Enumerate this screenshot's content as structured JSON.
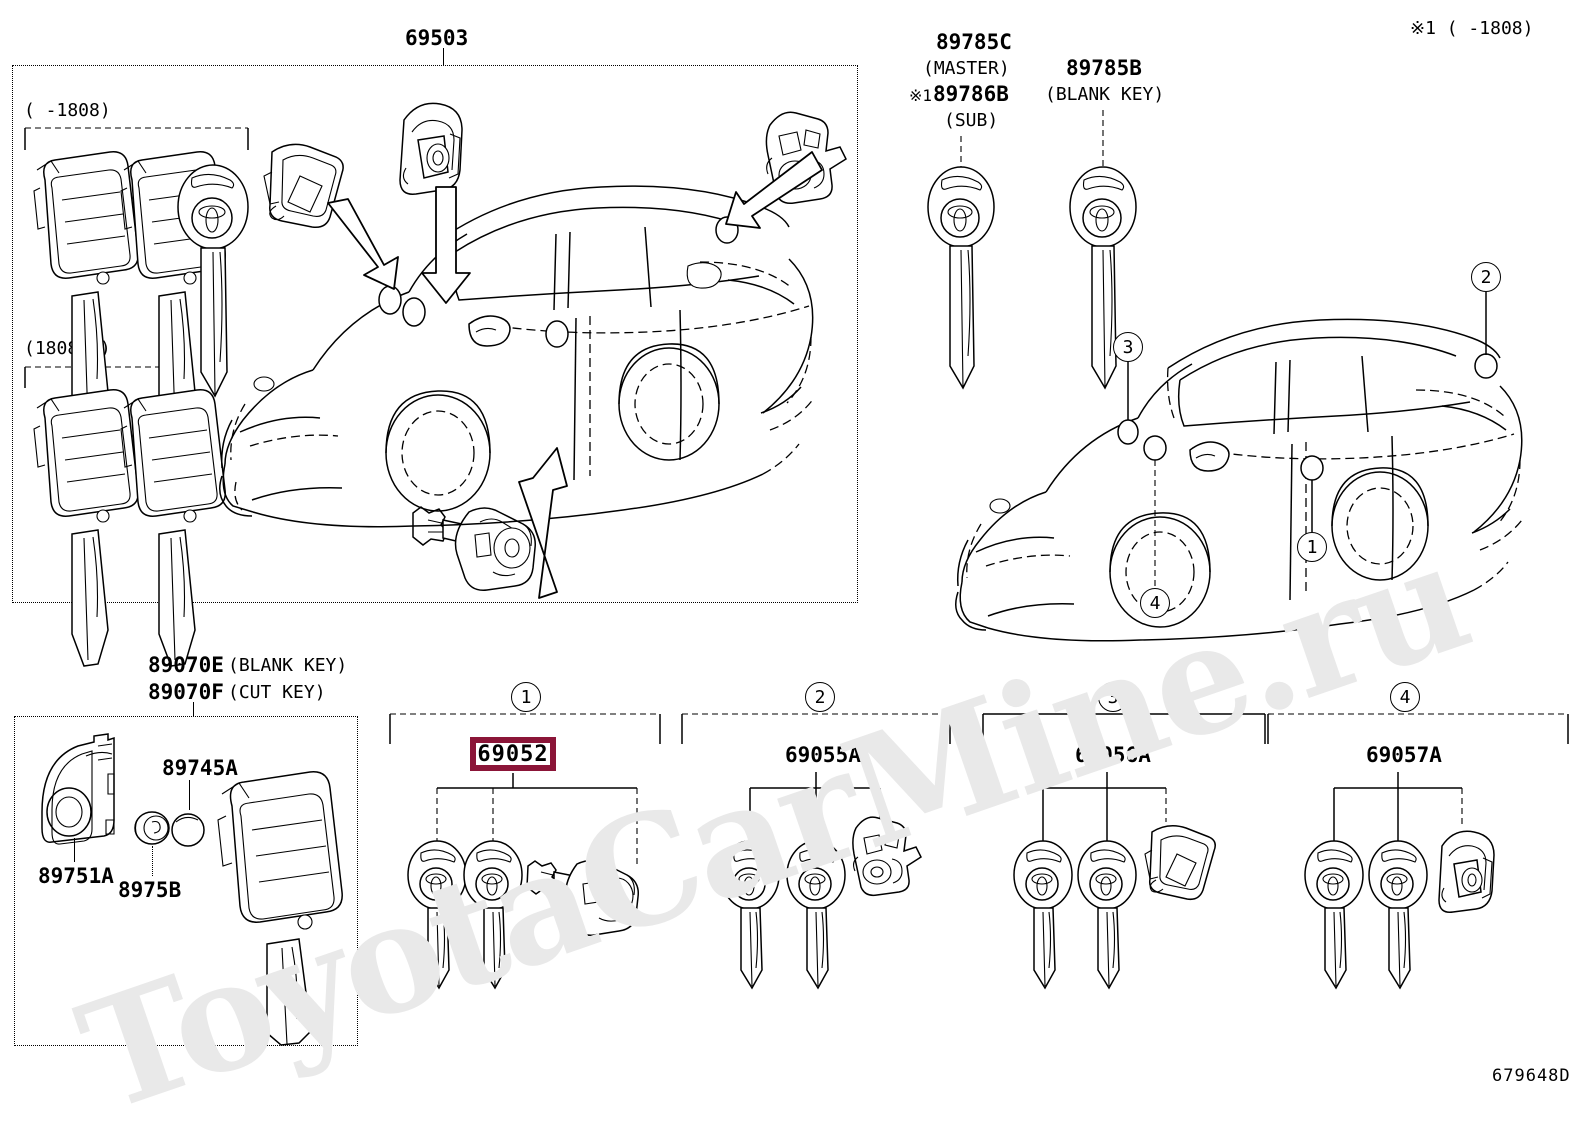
{
  "diagram": {
    "title": "69503",
    "drawing_code": "679648D",
    "watermark": "ToyotaCarMine.ru"
  },
  "top_left_panel": {
    "part_number": "69503",
    "group_a_note": "(      -1808)",
    "group_b_note": "(1808~        )"
  },
  "top_right_labels": {
    "master_pn": "89785C",
    "master_note": "(MASTER)",
    "sub_mark": "※1",
    "sub_pn": "89786B",
    "sub_note": "(SUB)",
    "blank_pn": "89785B",
    "blank_note": "(BLANK KEY)",
    "footnote": "※1 (      -1808)"
  },
  "car_callouts": [
    {
      "id": "1",
      "label": "1"
    },
    {
      "id": "2",
      "label": "2"
    },
    {
      "id": "3",
      "label": "3"
    },
    {
      "id": "4",
      "label": "4"
    }
  ],
  "bottom_left_panel": {
    "blank_pn": "89070E",
    "blank_note": "(BLANK KEY)",
    "cut_pn": "89070F",
    "cut_note": "(CUT KEY)",
    "parts": [
      {
        "pn": "89751A"
      },
      {
        "pn": "8975B"
      },
      {
        "pn": "89745A"
      }
    ]
  },
  "bottom_panels": [
    {
      "marker": "1",
      "part_number": "69052",
      "highlighted": true,
      "items": [
        "key",
        "key",
        "ignition-cylinder"
      ]
    },
    {
      "marker": "2",
      "part_number": "69055A",
      "highlighted": false,
      "items": [
        "key",
        "key",
        "door-lock-cylinder"
      ]
    },
    {
      "marker": "3",
      "part_number": "69056A",
      "highlighted": false,
      "items": [
        "key",
        "key",
        "luggage-lock-cylinder"
      ]
    },
    {
      "marker": "4",
      "part_number": "69057A",
      "highlighted": false,
      "items": [
        "key",
        "key",
        "glove-box-lock-cylinder"
      ]
    }
  ],
  "colors": {
    "highlight_border": "#8B1538",
    "line": "#000000",
    "background": "#ffffff",
    "watermark": "#e9e9e9"
  }
}
